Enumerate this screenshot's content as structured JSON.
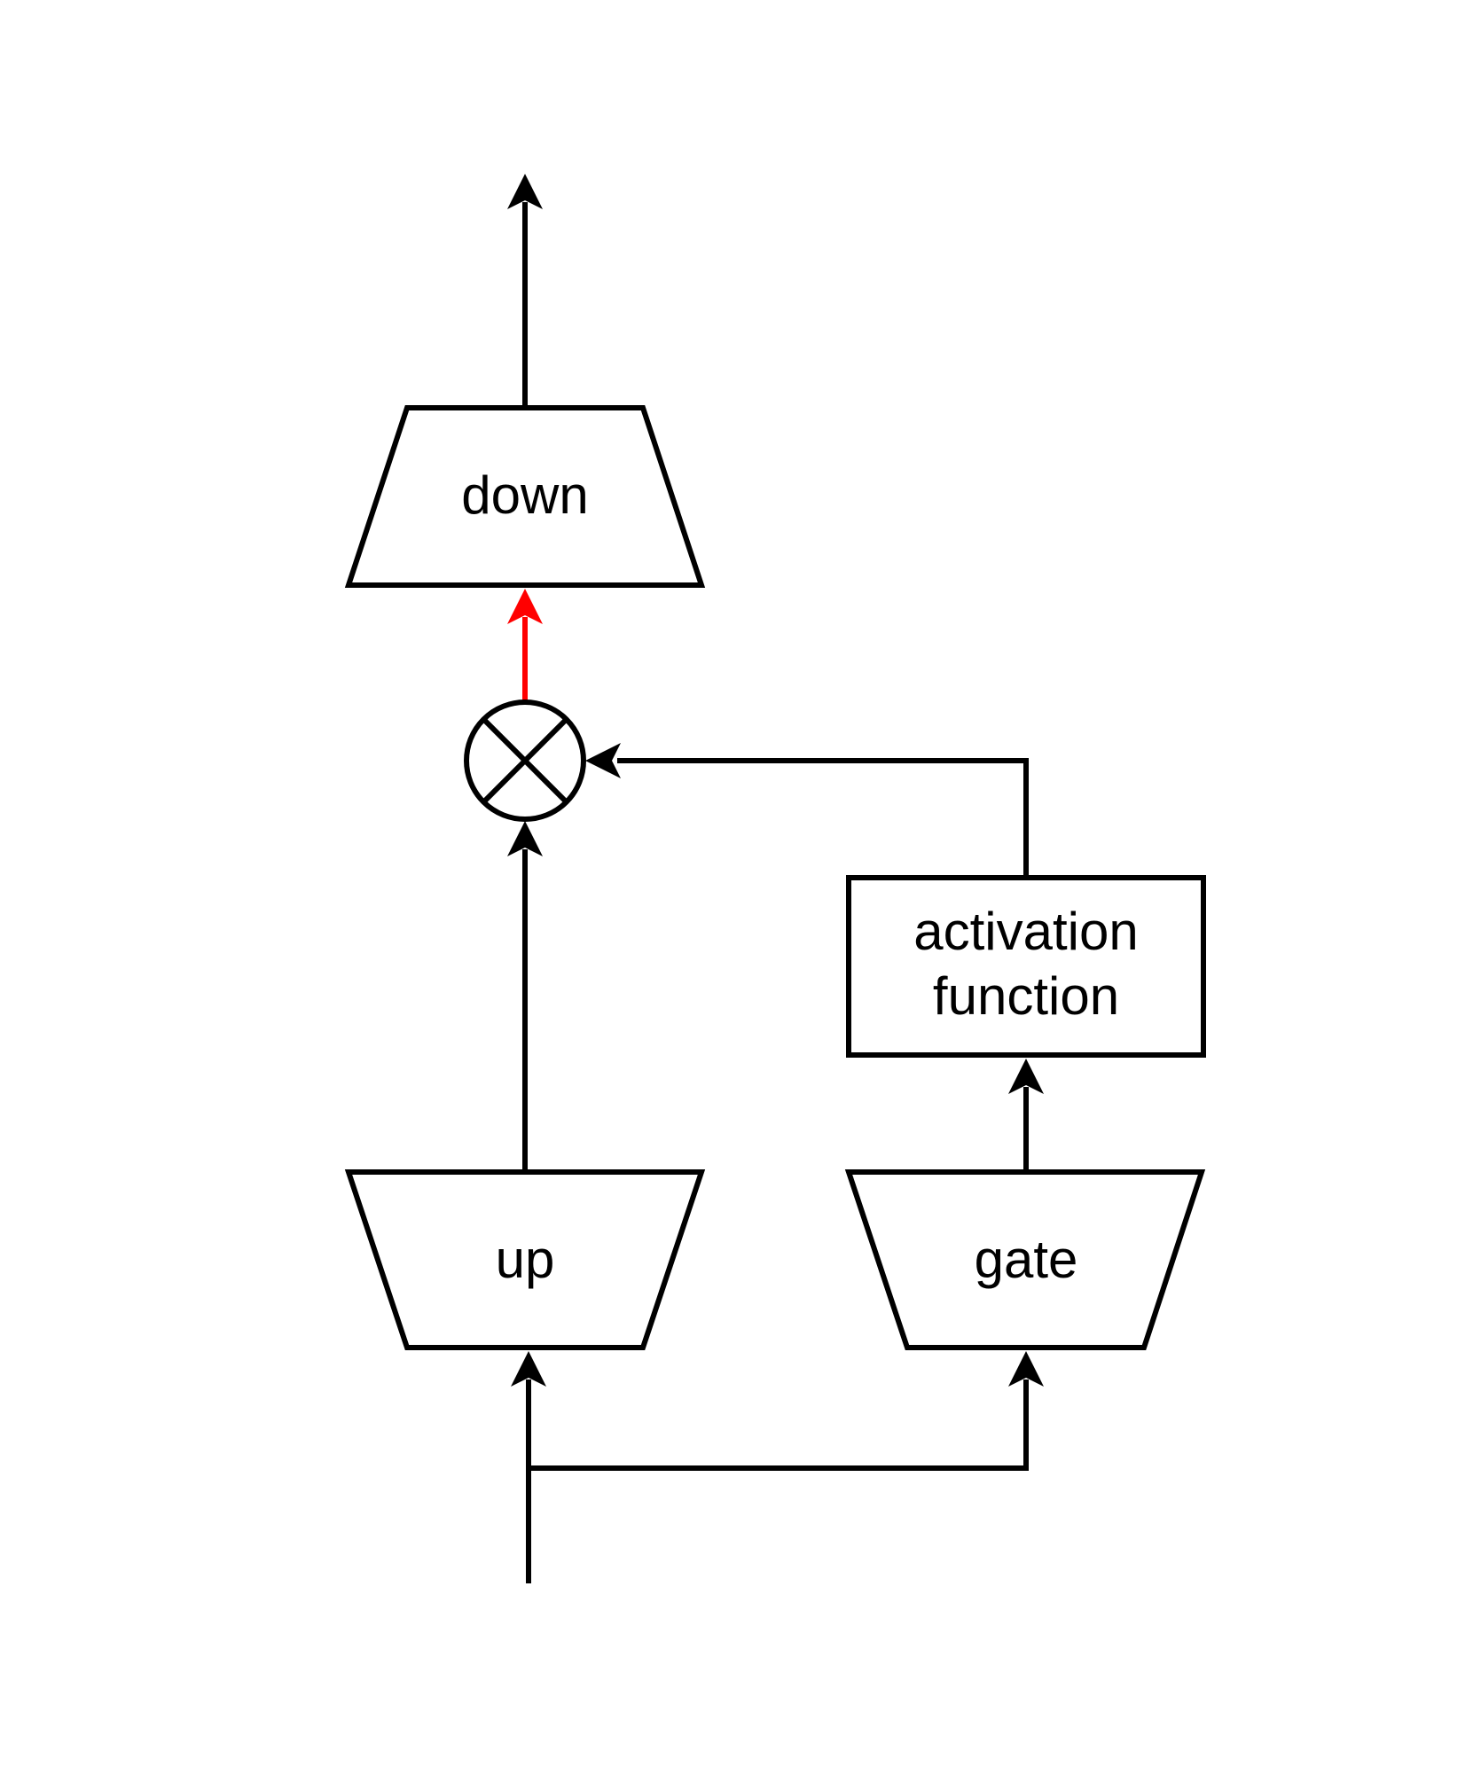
{
  "diagram": {
    "blocks": {
      "down": {
        "label": "down"
      },
      "up": {
        "label": "up"
      },
      "gate": {
        "label": "gate"
      },
      "activation": {
        "line1": "activation",
        "line2": "function"
      }
    },
    "colors": {
      "stroke": "#000000",
      "highlight_edge": "#ff0000",
      "background": "#ffffff"
    },
    "icons": {
      "multiply_node": "circled-times"
    }
  }
}
